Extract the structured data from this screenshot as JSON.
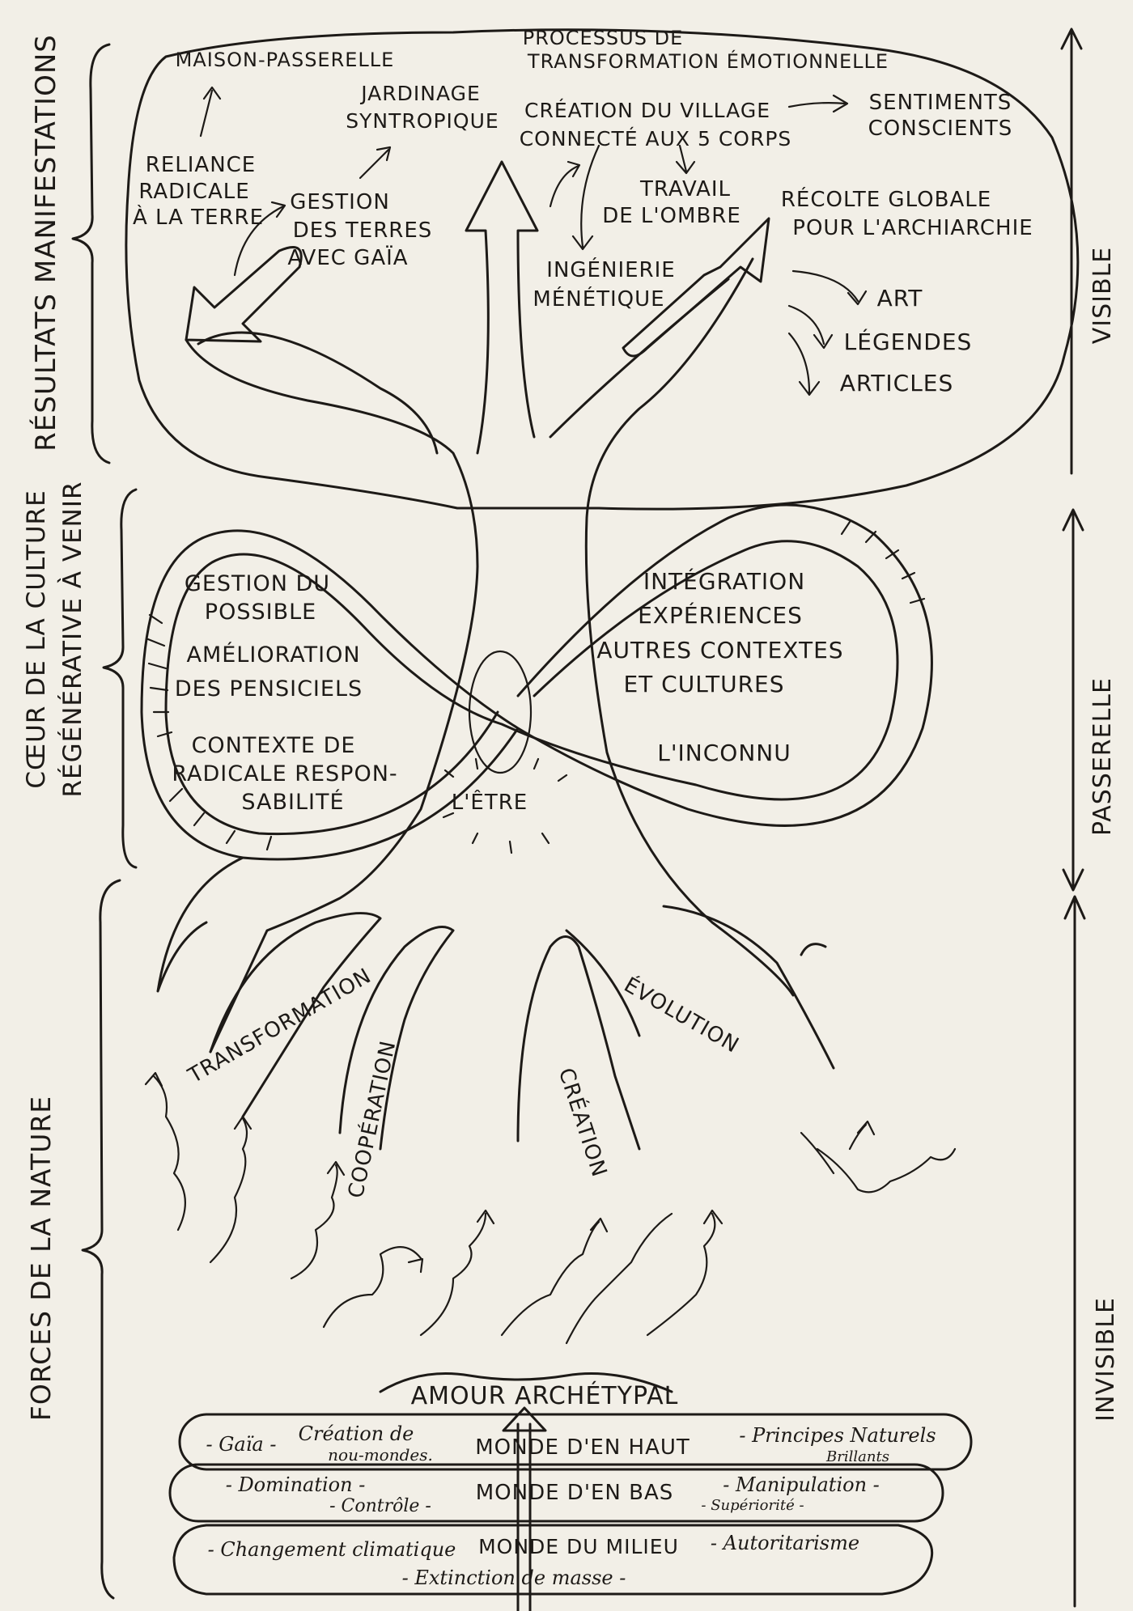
{
  "sections": {
    "results": "RÉSULTATS MANIFESTATIONS",
    "heart_1": "CŒUR DE LA CULTURE",
    "heart_2": "RÉGÉNÉRATIVE À VENIR",
    "forces": "FORCES DE LA NATURE"
  },
  "scale": {
    "visible": "VISIBLE",
    "passerelle": "PASSERELLE",
    "invisible": "INVISIBLE"
  },
  "canopy": {
    "maison": "MAISON-PASSERELLE",
    "jardinage_1": "JARDINAGE",
    "jardinage_2": "SYNTROPIQUE",
    "processus_1": "PROCESSUS DE",
    "processus_2": "TRANSFORMATION ÉMOTIONNELLE",
    "creation_village_1": "CRÉATION DU VILLAGE",
    "creation_village_2": "CONNECTÉ AUX 5 CORPS",
    "sentiments_1": "SENTIMENTS",
    "sentiments_2": "CONSCIENTS",
    "reliance_1": "RELIANCE",
    "reliance_2": "RADICALE",
    "reliance_3": "À LA TERRE",
    "gestion_terres_1": "GESTION",
    "gestion_terres_2": "DES TERRES",
    "gestion_terres_3": "AVEC GAÏA",
    "travail_1": "TRAVAIL",
    "travail_2": "DE L'OMBRE",
    "recolte_1": "RÉCOLTE GLOBALE",
    "recolte_2": "POUR L'ARCHIARCHIE",
    "ingenierie_1": "INGÉNIERIE",
    "ingenierie_2": "MÉNÉTIQUE",
    "art": "ART",
    "legendes": "LÉGENDES",
    "articles": "ARTICLES"
  },
  "heart": {
    "left_1": "GESTION DU",
    "left_2": "POSSIBLE",
    "left_3": "AMÉLIORATION",
    "left_4": "DES PENSICIELS",
    "left_5": "CONTEXTE DE",
    "left_6": "RADICALE RESPON-",
    "left_7": "SABILITÉ",
    "right_1": "INTÉGRATION",
    "right_2": "EXPÉRIENCES",
    "right_3": "AUTRES CONTEXTES",
    "right_4": "ET CULTURES",
    "right_5": "L'INCONNU",
    "center": "L'ÊTRE"
  },
  "roots": {
    "transformation": "TRANSFORMATION",
    "cooperation": "COOPÉRATION",
    "creation": "CRÉATION",
    "evolution": "ÉVOLUTION",
    "amour": "AMOUR ARCHÉTYPAL"
  },
  "worlds": [
    {
      "left_1": "- Gaïa -",
      "left_2": "Création de",
      "left_3": "nou-mondes.",
      "name": "MONDE D'EN HAUT",
      "right_1": "- Principes Naturels",
      "right_2": "Brillants"
    },
    {
      "left_1": "- Domination -",
      "left_2": "- Contrôle -",
      "name": "MONDE D'EN BAS",
      "right_1": "- Manipulation -",
      "right_2": "- Supériorité -"
    },
    {
      "left_1": "- Changement climatique",
      "name": "MONDE DU MILIEU",
      "right_1": "- Autoritarisme",
      "bottom": "- Extinction de masse -"
    }
  ]
}
